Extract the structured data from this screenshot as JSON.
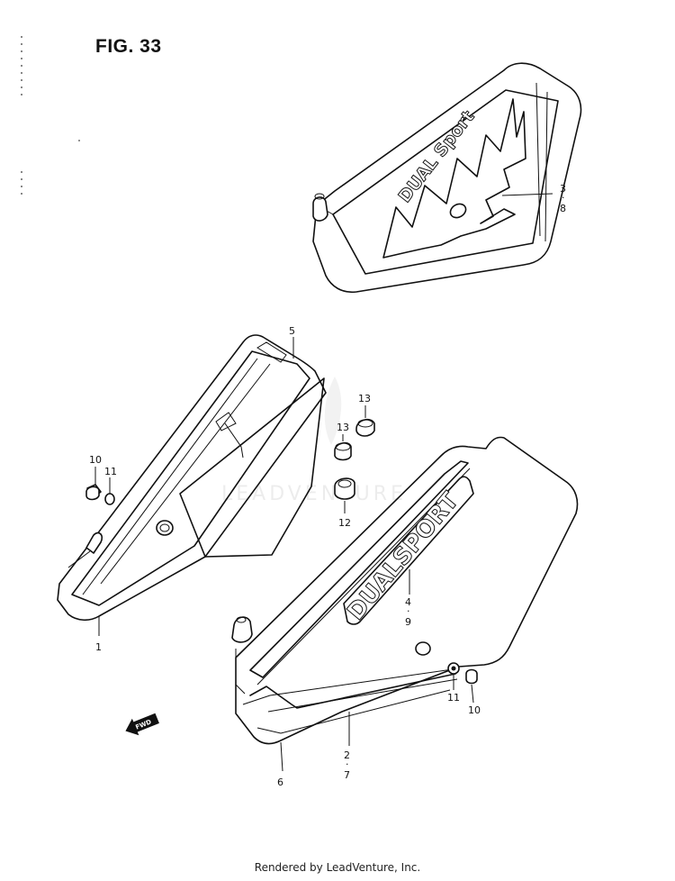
{
  "figure": {
    "title": "FIG. 33"
  },
  "watermark": "LEADVENTURE",
  "footer": {
    "text": "Rendered by LeadVenture, Inc."
  },
  "decals": {
    "upper": "DUAL Sport",
    "lower": "DUALSPORT"
  },
  "fwd_label": "FWD",
  "callouts": {
    "c3": "3",
    "c8": "8",
    "c5": "5",
    "c13a": "13",
    "c13b": "13",
    "c12": "12",
    "c10a": "10",
    "c11a": "11",
    "c1": "1",
    "c4": "4",
    "c9": "9",
    "c11b": "11",
    "c10b": "10",
    "c2": "2",
    "c7": "7",
    "c6": "6"
  },
  "separators": {
    "dot": "·"
  }
}
